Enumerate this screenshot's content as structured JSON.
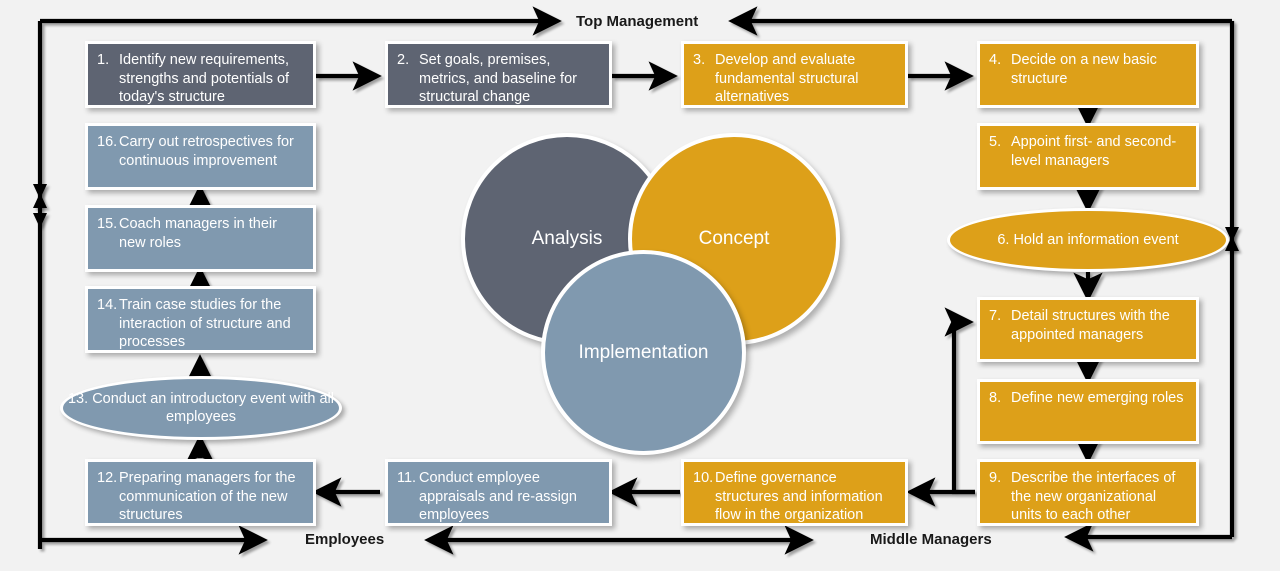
{
  "colors": {
    "background": "#f2f2f2",
    "gray": "#5e6472",
    "orange": "#dda019",
    "blue": "#8099af",
    "line": "#000000",
    "box_border": "#ffffff",
    "text_on_shape": "#ffffff",
    "lane_label": "#191919"
  },
  "lanes": [
    {
      "id": "top-management",
      "label": "Top Management"
    },
    {
      "id": "employees",
      "label": "Employees"
    },
    {
      "id": "middle-managers",
      "label": "Middle Managers"
    }
  ],
  "venn": {
    "circles": [
      {
        "id": "analysis",
        "label": "Analysis",
        "color": "#5e6472"
      },
      {
        "id": "concept",
        "label": "Concept",
        "color": "#dda019"
      },
      {
        "id": "implementation",
        "label": "Implementation",
        "color": "#8099af"
      }
    ]
  },
  "steps": [
    {
      "num": "1.",
      "text": "Identify new requirements, strengths and potentials of today's structure",
      "color": "gray",
      "shape": "box"
    },
    {
      "num": "2.",
      "text": "Set goals, premises, metrics, and baseline for structural change",
      "color": "gray",
      "shape": "box"
    },
    {
      "num": "3.",
      "text": "Develop and evaluate fundamental structural alternatives",
      "color": "orange",
      "shape": "box"
    },
    {
      "num": "4.",
      "text": "Decide on a new basic structure",
      "color": "orange",
      "shape": "box"
    },
    {
      "num": "5.",
      "text": "Appoint first- and second-level managers",
      "color": "orange",
      "shape": "box"
    },
    {
      "num": "6.",
      "text": "Hold an information event",
      "color": "orange",
      "shape": "ellipse"
    },
    {
      "num": "7.",
      "text": "Detail structures with the appointed managers",
      "color": "orange",
      "shape": "box"
    },
    {
      "num": "8.",
      "text": "Define new emerging roles",
      "color": "orange",
      "shape": "box"
    },
    {
      "num": "9.",
      "text": "Describe the interfaces of the new organizational units to each other",
      "color": "orange",
      "shape": "box"
    },
    {
      "num": "10.",
      "text": "Define governance structures and information flow in the organization",
      "color": "orange",
      "shape": "box"
    },
    {
      "num": "11.",
      "text": "Conduct employee appraisals and re-assign employees",
      "color": "blue",
      "shape": "box"
    },
    {
      "num": "12.",
      "text": "Preparing managers for the communication of the new structures",
      "color": "blue",
      "shape": "box"
    },
    {
      "num": "13.",
      "text": "Conduct an introductory event with all employees",
      "color": "blue",
      "shape": "ellipse"
    },
    {
      "num": "14.",
      "text": "Train case studies for the interaction of structure and processes",
      "color": "blue",
      "shape": "box"
    },
    {
      "num": "15.",
      "text": "Coach managers in their new roles",
      "color": "blue",
      "shape": "box"
    },
    {
      "num": "16.",
      "text": "Carry out retrospectives for continuous improvement",
      "color": "blue",
      "shape": "box"
    }
  ]
}
